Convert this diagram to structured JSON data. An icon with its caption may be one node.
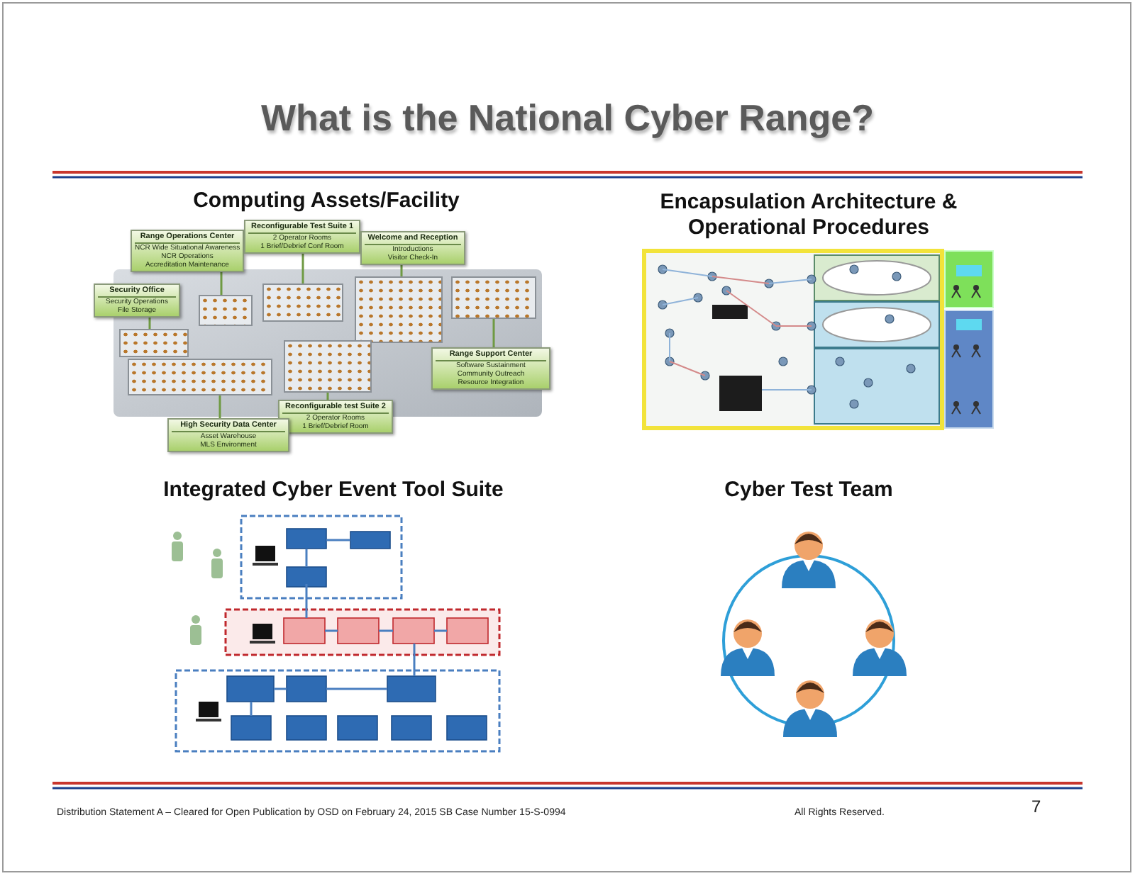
{
  "diagram": {
    "title": "What is the National Cyber Range?",
    "nodes": [
      {
        "text": [],
        "shape": "picture"
      },
      {
        "text": [],
        "shape": "box",
        "in": 0
      },
      {
        "text": [],
        "shape": "box",
        "in": 0
      },
      {
        "text": [],
        "shape": "box",
        "in": 0
      },
      {
        "text": [],
        "shape": "box",
        "in": 0
      },
      {
        "text": [],
        "shape": "box",
        "in": 0
      },
      {
        "text": [],
        "shape": "box",
        "in": 0
      },
      {
        "text": [],
        "shape": "box",
        "in": 0
      },
      {
        "text": [
          "Range Operations Center",
          "NCR Wide Situational Awareness",
          "NCR Operations",
          "Accreditation Maintenance"
        ]
      },
      {
        "text": [
          "Reconfigurable Test Suite 1",
          "2 Operator Rooms",
          "1 Brief/Debrief Conf Room"
        ]
      },
      {
        "text": [
          "Welcome and Reception",
          "Introductions",
          "Visitor Check-In"
        ]
      },
      {
        "text": [
          "Security Office",
          "Security Operations",
          "File Storage"
        ]
      },
      {
        "text": [
          "Range Support Center",
          "Software Sustainment",
          "Community Outreach",
          "Resource Integration"
        ]
      },
      {
        "text": [
          "Reconfigurable test Suite 2",
          "2 Operator Rooms",
          "1 Brief/Debrief Room"
        ]
      },
      {
        "text": [
          "High Security Data Center",
          "Asset Warehouse",
          "MLS Environment"
        ]
      }
    ],
    "edges": [
      {
        "from": 8,
        "to": 1,
        "arrow": "none"
      },
      {
        "from": 9,
        "to": 2,
        "arrow": "none"
      },
      {
        "from": 10,
        "to": 3,
        "arrow": "none"
      },
      {
        "from": 11,
        "to": 4,
        "arrow": "none"
      },
      {
        "from": 12,
        "to": 5,
        "arrow": "none"
      },
      {
        "from": 13,
        "to": 6,
        "arrow": "none"
      },
      {
        "from": 14,
        "to": 7,
        "arrow": "none"
      }
    ],
    "labels": [
      "Computing Assets/Facility",
      "Encapsulation Architecture & Operational Procedures",
      "Integrated Cyber Event Tool Suite",
      "Cyber Test Team",
      "Distribution Statement A – Cleared for Open Publication by OSD on February 24, 2015 SB Case Number 15-S-0994",
      "All Rights Reserved.",
      "7"
    ]
  }
}
